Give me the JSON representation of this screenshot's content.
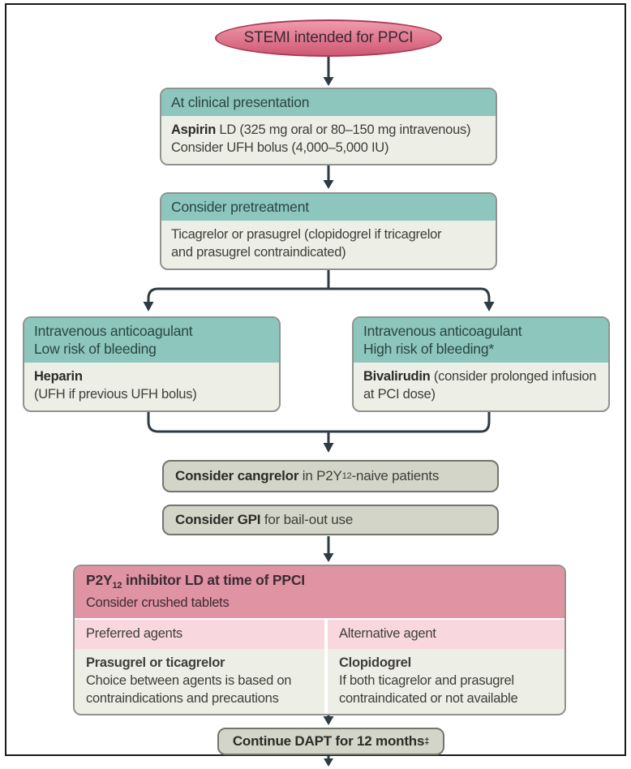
{
  "colors": {
    "teal": "#8cc6bd",
    "body_bg": "#edeee6",
    "pill_bg": "#d4d5c9",
    "pill_border": "#71756c",
    "box_border": "#8f938d",
    "pink_dark": "#df93a3",
    "pink_light": "#f8d7de",
    "pink_text": "#3d2b33",
    "ellipse_top": "#ef9aab",
    "ellipse_bottom": "#d05873",
    "ellipse_border": "#a93a53",
    "arrow": "#2f3b43",
    "text": "#3f3e38",
    "bold_text": "#2c2b26",
    "frame": "#1a1a1a"
  },
  "start_node": {
    "label": "STEMI intended for PPCI"
  },
  "clinical_box": {
    "header": "At clinical presentation",
    "line1_bold": "Aspirin",
    "line1_rest": " LD (325 mg oral or 80–150 mg intravenous)",
    "line2": "Consider UFH bolus (4,000–5,000 IU)"
  },
  "pretreatment_box": {
    "header": "Consider pretreatment",
    "line1": "Ticagrelor or prasugrel (clopidogrel if tricagrelor",
    "line2": "and prasugrel contraindicated)"
  },
  "low_risk_box": {
    "header_line1": "Intravenous anticoagulant",
    "header_line2": "Low risk of bleeding",
    "body_bold": "Heparin",
    "body_line2": "(UFH if previous UFH bolus)"
  },
  "high_risk_box": {
    "header_line1": "Intravenous anticoagulant",
    "header_line2": "High risk of bleeding*",
    "body_bold": "Bivalirudin",
    "body_rest": " (consider prolonged infusion at PCI dose)"
  },
  "cangrelor_pill": {
    "bold": "Consider cangrelor",
    "mid": " in P2Y",
    "sub": "12",
    "rest": "-naive patients"
  },
  "gpi_pill": {
    "bold": "Consider GPI",
    "rest": " for bail-out use"
  },
  "ppci_box": {
    "header_pre": "P2Y",
    "header_sub": "12",
    "header_rest": " inhibitor LD at time of PPCI",
    "header_line2": "Consider crushed tablets",
    "left_subheader": "Preferred agents",
    "right_subheader": "Alternative agent",
    "left_bold": "Prasugrel or ticagrelor",
    "left_text": "Choice between agents is based on contraindications and precautions",
    "right_bold": "Clopidogrel",
    "right_text": "If both ticagrelor and prasugrel contraindicated or not available"
  },
  "dapt_pill": {
    "bold": "Continue DAPT for 12 months",
    "sup": "‡"
  }
}
